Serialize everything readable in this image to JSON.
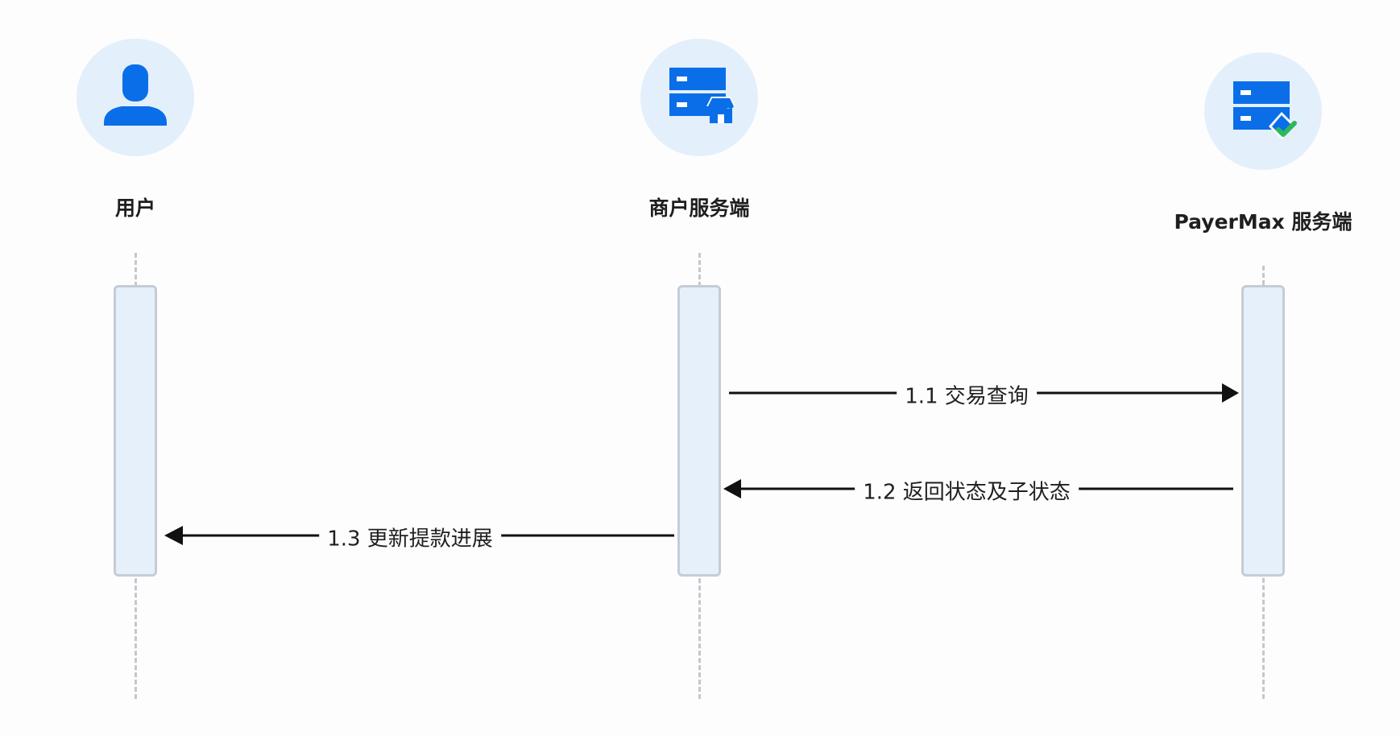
{
  "participants": [
    {
      "id": "user",
      "label": "用户",
      "icon": "user-icon"
    },
    {
      "id": "merchant",
      "label": "商户服务端",
      "icon": "merchant-server-icon"
    },
    {
      "id": "payermax",
      "label": "PayerMax 服务端",
      "icon": "payermax-server-icon"
    }
  ],
  "messages": [
    {
      "label": "1.1 交易查询",
      "from": "merchant",
      "to": "payermax"
    },
    {
      "label": "1.2 返回状态及子状态",
      "from": "payermax",
      "to": "merchant"
    },
    {
      "label": "1.3 更新提款进展",
      "from": "merchant",
      "to": "user"
    }
  ],
  "colors": {
    "icon_blue": "#0a6ee8",
    "icon_circle": "#e3effb",
    "check_green": "#2db85a",
    "activation_fill": "#e6f0fb",
    "activation_border": "#c5ccd6",
    "lifeline": "#c3c8cf",
    "arrow": "#111111"
  }
}
